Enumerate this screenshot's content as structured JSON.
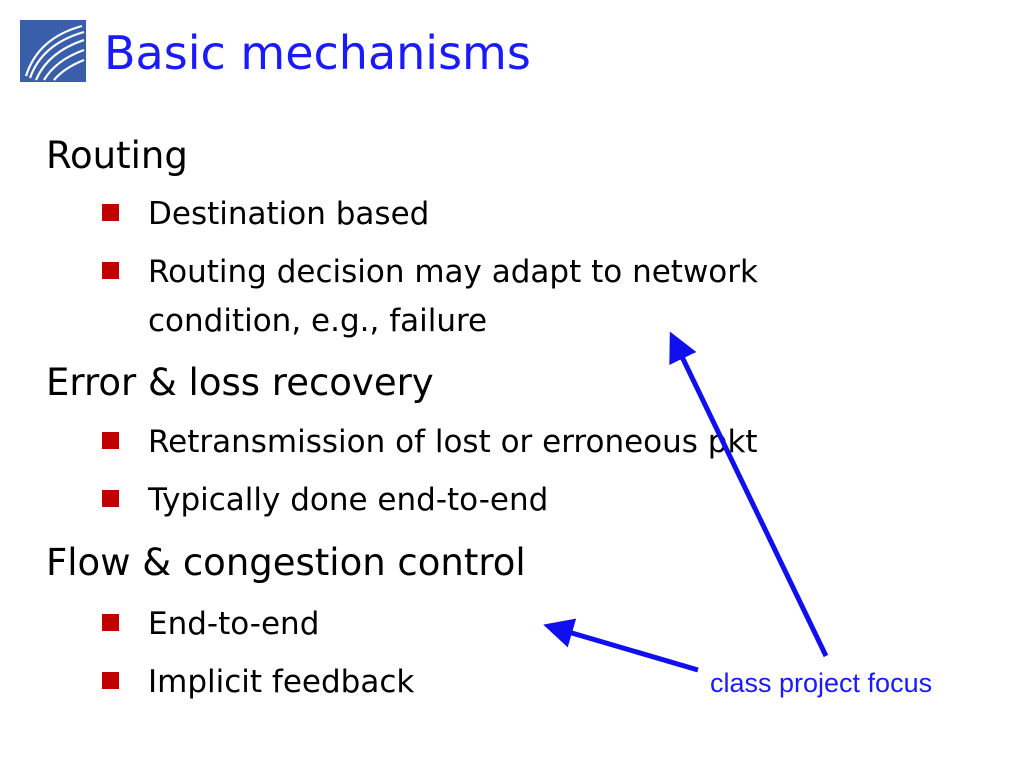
{
  "slide": {
    "title": "Basic mechanisms",
    "sections": [
      {
        "heading": "Routing",
        "bullets": [
          "Destination based",
          "Routing decision may adapt to network",
          "condition, e.g., failure"
        ]
      },
      {
        "heading": "Error & loss recovery",
        "bullets": [
          "Retransmission of lost or erroneous pkt",
          "Typically done end-to-end"
        ]
      },
      {
        "heading": "Flow & congestion control",
        "bullets": [
          "End-to-end",
          "Implicit feedback"
        ]
      }
    ],
    "annotation": "class project focus",
    "colors": {
      "title": "#1a1aff",
      "bullet": "#c00000",
      "arrow": "#1010ee",
      "logo": "#3a5faa"
    }
  }
}
